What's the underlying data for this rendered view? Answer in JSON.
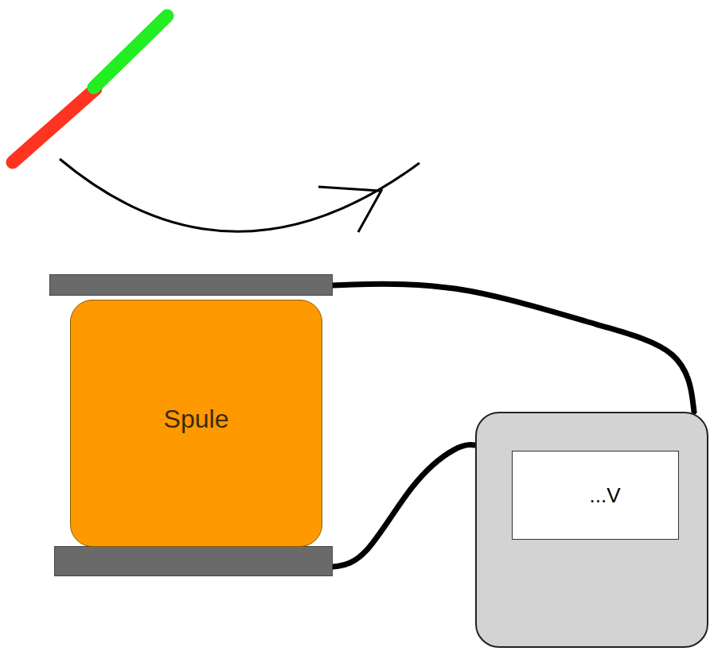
{
  "diagram": {
    "nodes": [
      {
        "text": [
          "Spule"
        ]
      },
      {
        "text": [
          "...V"
        ]
      }
    ],
    "edges": [
      {
        "from": 0,
        "to": 1,
        "arrow": "none"
      },
      {
        "from": 0,
        "to": 1,
        "arrow": "none"
      }
    ]
  }
}
